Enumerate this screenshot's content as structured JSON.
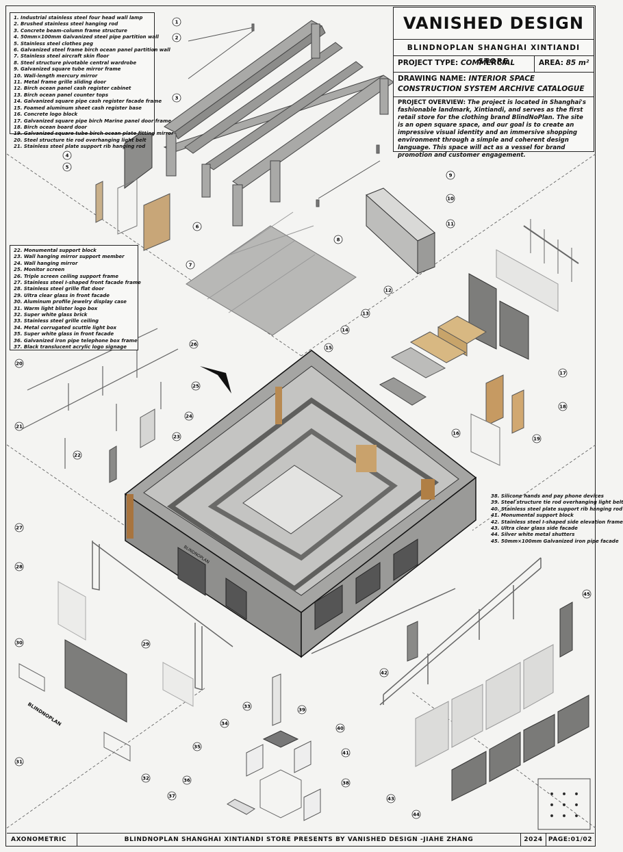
{
  "title_block": {
    "brand": "VANISHED DESIGN",
    "store": "BLINDNOPLAN SHANGHAI XINTIANDI STORE",
    "project_type_label": "PROJECT TYPE:",
    "project_type_value": "COMMERCIAL",
    "area_label": "AREA:",
    "area_value": "85 m²",
    "drawing_name_label": "DRAWING NAME:",
    "drawing_name_value": "INTERIOR SPACE CONSTRUCTION SYSTEM ARCHIVE CATALOGUE",
    "overview_label": "PROJECT OVERVIEW:",
    "overview_text": "The project is located in Shanghai's fashionable landmark, Xintiandi, and serves as the first retail store for the clothing brand BlindNoPlan. The site is an open square space, and our goal is to create an impressive visual identity and an immersive shopping environment through a simple and coherent design language. This space will act as a vessel for brand promotion and customer engagement."
  },
  "legend_1": [
    "1.  Industrial stainless steel four head wall lamp",
    "2.  Brushed stainless steel hanging rod",
    "3.  Concrete beam-column frame structure",
    "4.  50mm×100mm Galvanized steel pipe partition wall",
    "5.  Stainless steel clothes peg",
    "6.  Galvanized steel frame birch ocean panel partition wall",
    "7.  Stainless steel aircraft skin floor",
    "8.  Steel structure pivotable central wardrobe",
    "9.  Galvanized square tube mirror frame",
    "10. Wall-length mercury mirror",
    "11. Metal frame grille sliding door",
    "12. Birch ocean panel cash register cabinet",
    "13. Birch ocean panel counter tops",
    "14. Galvanized square pipe cash register facade frame",
    "15. Foamed aluminum sheet cash register base",
    "16. Concrete logo block",
    "17. Galvanized square pipe birch Marine panel door frame",
    "18. Birch ocean board door",
    "19. Galvanized square tube birch ocean plate fitting mirror",
    "20. Steel structure tie rod overhanging light belt",
    "21. Stainless steel plate support rib hanging rod"
  ],
  "legend_2": [
    "22. Monumental support block",
    "23. Wall hanging mirror support member",
    "24. Wall hanging mirror",
    "25. Monitor screen",
    "26. Triple screen ceiling support frame",
    "27. Stainless steel I-shaped front facade frame",
    "28. Stainless steel grille flat door",
    "29. Ultra clear glass in front facade",
    "30. Aluminum profile jewelry display case",
    "31. Warm light blister logo box",
    "32. Super white glass brick",
    "33. Stainless steel grille ceiling",
    "34. Metal corrugated scuttle light box",
    "35. Super white glass in front facade",
    "36. Galvanized iron pipe telephone box frame",
    "37. Black translucent acrylic logo signage"
  ],
  "legend_3": [
    "38. Silicone hands and pay phone devices",
    "39. Steel structure tie rod overhanging light belt",
    "40. Stainless steel plate support rib hanging rod",
    "41. Monumental support block",
    "42. Stainless steel I-shaped side elevation frame",
    "43. Ultra clear glass side facade",
    "44. Silver white metal shutters",
    "45. 50mm×100mm Galvanized iron pipe facade"
  ],
  "callouts": [
    "1",
    "2",
    "3",
    "4",
    "5",
    "6",
    "7",
    "8",
    "9",
    "10",
    "11",
    "12",
    "13",
    "14",
    "15",
    "16",
    "17",
    "18",
    "19",
    "20",
    "21",
    "22",
    "23",
    "24",
    "25",
    "26",
    "27",
    "28",
    "29",
    "30",
    "31",
    "32",
    "33",
    "34",
    "35",
    "36",
    "37",
    "38",
    "39",
    "40",
    "41",
    "42",
    "43",
    "44",
    "45"
  ],
  "logo_text": "BLINDNOPLAN",
  "footer": {
    "view": "AXONOMETRIC",
    "credit": "BLINDNOPLAN SHANGHAI XINTIANDI STORE PRESENTS BY VANISHED DESIGN -JIAHE ZHANG",
    "year": "2024",
    "page": "PAGE:01/02"
  }
}
